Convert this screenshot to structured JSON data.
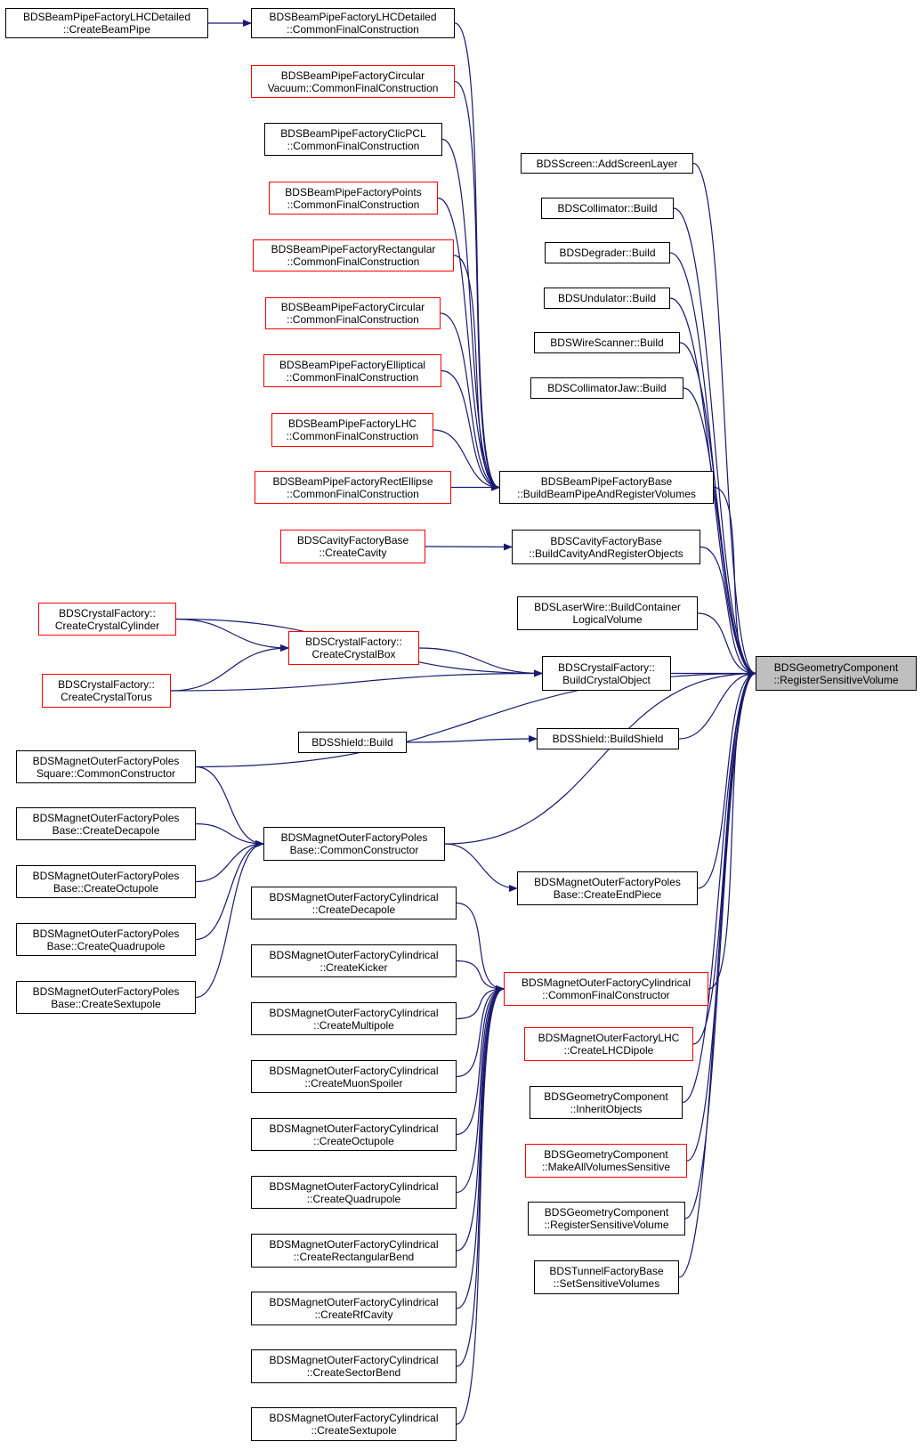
{
  "colors": {
    "edge": "#191970",
    "node_border": "#000000",
    "node_border_truncated": "#ff0000",
    "focus_fill": "#bfbfbf"
  },
  "nodes": [
    {
      "id": "n_focus",
      "lines": [
        "BDSGeometryComponent",
        "::RegisterSensitiveVolume"
      ],
      "style": "focus"
    },
    {
      "id": "n_lhcdet_beampipe",
      "lines": [
        "BDSBeamPipeFactoryLHCDetailed",
        "::CreateBeamPipe"
      ],
      "style": "black"
    },
    {
      "id": "n_lhcdet_cfc",
      "lines": [
        "BDSBeamPipeFactoryLHCDetailed",
        "::CommonFinalConstruction"
      ],
      "style": "black"
    },
    {
      "id": "n_circvac_cfc",
      "lines": [
        "BDSBeamPipeFactoryCircular",
        "Vacuum::CommonFinalConstruction"
      ],
      "style": "red"
    },
    {
      "id": "n_clicpcl_cfc",
      "lines": [
        "BDSBeamPipeFactoryClicPCL",
        "::CommonFinalConstruction"
      ],
      "style": "black"
    },
    {
      "id": "n_points_cfc",
      "lines": [
        "BDSBeamPipeFactoryPoints",
        "::CommonFinalConstruction"
      ],
      "style": "red"
    },
    {
      "id": "n_rect_cfc",
      "lines": [
        "BDSBeamPipeFactoryRectangular",
        "::CommonFinalConstruction"
      ],
      "style": "red"
    },
    {
      "id": "n_circ_cfc",
      "lines": [
        "BDSBeamPipeFactoryCircular",
        "::CommonFinalConstruction"
      ],
      "style": "red"
    },
    {
      "id": "n_ellip_cfc",
      "lines": [
        "BDSBeamPipeFactoryElliptical",
        "::CommonFinalConstruction"
      ],
      "style": "red"
    },
    {
      "id": "n_lhc_cfc",
      "lines": [
        "BDSBeamPipeFactoryLHC",
        "::CommonFinalConstruction"
      ],
      "style": "red"
    },
    {
      "id": "n_rectell_cfc",
      "lines": [
        "BDSBeamPipeFactoryRectEllipse",
        "::CommonFinalConstruction"
      ],
      "style": "red"
    },
    {
      "id": "n_bpf_build",
      "lines": [
        "BDSBeamPipeFactoryBase",
        "::BuildBeamPipeAndRegisterVolumes"
      ],
      "style": "black"
    },
    {
      "id": "n_screen",
      "lines": [
        "BDSScreen::AddScreenLayer"
      ],
      "style": "black"
    },
    {
      "id": "n_collimator",
      "lines": [
        "BDSCollimator::Build"
      ],
      "style": "black"
    },
    {
      "id": "n_degrader",
      "lines": [
        "BDSDegrader::Build"
      ],
      "style": "black"
    },
    {
      "id": "n_undulator",
      "lines": [
        "BDSUndulator::Build"
      ],
      "style": "black"
    },
    {
      "id": "n_wirescanner",
      "lines": [
        "BDSWireScanner::Build"
      ],
      "style": "black"
    },
    {
      "id": "n_collimatorjaw",
      "lines": [
        "BDSCollimatorJaw::Build"
      ],
      "style": "black"
    },
    {
      "id": "n_cav_create",
      "lines": [
        "BDSCavityFactoryBase",
        "::CreateCavity"
      ],
      "style": "red"
    },
    {
      "id": "n_cav_build",
      "lines": [
        "BDSCavityFactoryBase",
        "::BuildCavityAndRegisterObjects"
      ],
      "style": "black"
    },
    {
      "id": "n_laserwire",
      "lines": [
        "BDSLaserWire::BuildContainer",
        "LogicalVolume"
      ],
      "style": "black"
    },
    {
      "id": "n_crys_cyl",
      "lines": [
        "BDSCrystalFactory::",
        "CreateCrystalCylinder"
      ],
      "style": "red"
    },
    {
      "id": "n_crys_box",
      "lines": [
        "BDSCrystalFactory::",
        "CreateCrystalBox"
      ],
      "style": "red"
    },
    {
      "id": "n_crys_torus",
      "lines": [
        "BDSCrystalFactory::",
        "CreateCrystalTorus"
      ],
      "style": "red"
    },
    {
      "id": "n_crys_build",
      "lines": [
        "BDSCrystalFactory::",
        "BuildCrystalObject"
      ],
      "style": "black"
    },
    {
      "id": "n_shield",
      "lines": [
        "BDSShield::Build"
      ],
      "style": "black"
    },
    {
      "id": "n_shield_build",
      "lines": [
        "BDSShield::BuildShield"
      ],
      "style": "black"
    },
    {
      "id": "n_psq_cc",
      "lines": [
        "BDSMagnetOuterFactoryPoles",
        "Square::CommonConstructor"
      ],
      "style": "black"
    },
    {
      "id": "n_pb_deca",
      "lines": [
        "BDSMagnetOuterFactoryPoles",
        "Base::CreateDecapole"
      ],
      "style": "black"
    },
    {
      "id": "n_pb_cc",
      "lines": [
        "BDSMagnetOuterFactoryPoles",
        "Base::CommonConstructor"
      ],
      "style": "black"
    },
    {
      "id": "n_pb_octu",
      "lines": [
        "BDSMagnetOuterFactoryPoles",
        "Base::CreateOctupole"
      ],
      "style": "black"
    },
    {
      "id": "n_pb_endpiece",
      "lines": [
        "BDSMagnetOuterFactoryPoles",
        "Base::CreateEndPiece"
      ],
      "style": "black"
    },
    {
      "id": "n_pb_quad",
      "lines": [
        "BDSMagnetOuterFactoryPoles",
        "Base::CreateQuadrupole"
      ],
      "style": "black"
    },
    {
      "id": "n_pb_sext",
      "lines": [
        "BDSMagnetOuterFactoryPoles",
        "Base::CreateSextupole"
      ],
      "style": "black"
    },
    {
      "id": "n_cyl_deca",
      "lines": [
        "BDSMagnetOuterFactoryCylindrical",
        "::CreateDecapole"
      ],
      "style": "black"
    },
    {
      "id": "n_cyl_kick",
      "lines": [
        "BDSMagnetOuterFactoryCylindrical",
        "::CreateKicker"
      ],
      "style": "black"
    },
    {
      "id": "n_cyl_cfc",
      "lines": [
        "BDSMagnetOuterFactoryCylindrical",
        "::CommonFinalConstructor"
      ],
      "style": "red"
    },
    {
      "id": "n_cyl_multi",
      "lines": [
        "BDSMagnetOuterFactoryCylindrical",
        "::CreateMultipole"
      ],
      "style": "black"
    },
    {
      "id": "n_lhc_dipole",
      "lines": [
        "BDSMagnetOuterFactoryLHC",
        "::CreateLHCDipole"
      ],
      "style": "red"
    },
    {
      "id": "n_cyl_muon",
      "lines": [
        "BDSMagnetOuterFactoryCylindrical",
        "::CreateMuonSpoiler"
      ],
      "style": "black"
    },
    {
      "id": "n_gc_inherit",
      "lines": [
        "BDSGeometryComponent",
        "::InheritObjects"
      ],
      "style": "black"
    },
    {
      "id": "n_cyl_octu",
      "lines": [
        "BDSMagnetOuterFactoryCylindrical",
        "::CreateOctupole"
      ],
      "style": "black"
    },
    {
      "id": "n_gc_makeall",
      "lines": [
        "BDSGeometryComponent",
        "::MakeAllVolumesSensitive"
      ],
      "style": "red"
    },
    {
      "id": "n_cyl_quad",
      "lines": [
        "BDSMagnetOuterFactoryCylindrical",
        "::CreateQuadrupole"
      ],
      "style": "black"
    },
    {
      "id": "n_gc_rsv2",
      "lines": [
        "BDSGeometryComponent",
        "::RegisterSensitiveVolume"
      ],
      "style": "black"
    },
    {
      "id": "n_cyl_rbend",
      "lines": [
        "BDSMagnetOuterFactoryCylindrical",
        "::CreateRectangularBend"
      ],
      "style": "black"
    },
    {
      "id": "n_tunnel",
      "lines": [
        "BDSTunnelFactoryBase",
        "::SetSensitiveVolumes"
      ],
      "style": "black"
    },
    {
      "id": "n_cyl_rf",
      "lines": [
        "BDSMagnetOuterFactoryCylindrical",
        "::CreateRfCavity"
      ],
      "style": "black"
    },
    {
      "id": "n_cyl_sbend",
      "lines": [
        "BDSMagnetOuterFactoryCylindrical",
        "::CreateSectorBend"
      ],
      "style": "black"
    },
    {
      "id": "n_cyl_sext",
      "lines": [
        "BDSMagnetOuterFactoryCylindrical",
        "::CreateSextupole"
      ],
      "style": "black"
    }
  ],
  "edges": [
    [
      "n_lhcdet_beampipe",
      "n_lhcdet_cfc"
    ],
    [
      "n_lhcdet_cfc",
      "n_bpf_build"
    ],
    [
      "n_circvac_cfc",
      "n_bpf_build"
    ],
    [
      "n_clicpcl_cfc",
      "n_bpf_build"
    ],
    [
      "n_points_cfc",
      "n_bpf_build"
    ],
    [
      "n_rect_cfc",
      "n_bpf_build"
    ],
    [
      "n_circ_cfc",
      "n_bpf_build"
    ],
    [
      "n_ellip_cfc",
      "n_bpf_build"
    ],
    [
      "n_lhc_cfc",
      "n_bpf_build"
    ],
    [
      "n_rectell_cfc",
      "n_bpf_build"
    ],
    [
      "n_bpf_build",
      "n_focus"
    ],
    [
      "n_screen",
      "n_focus"
    ],
    [
      "n_collimator",
      "n_focus"
    ],
    [
      "n_degrader",
      "n_focus"
    ],
    [
      "n_undulator",
      "n_focus"
    ],
    [
      "n_wirescanner",
      "n_focus"
    ],
    [
      "n_collimatorjaw",
      "n_focus"
    ],
    [
      "n_cav_create",
      "n_cav_build"
    ],
    [
      "n_cav_build",
      "n_focus"
    ],
    [
      "n_laserwire",
      "n_focus"
    ],
    [
      "n_crys_cyl",
      "n_crys_box"
    ],
    [
      "n_crys_cyl",
      "n_crys_build"
    ],
    [
      "n_crys_torus",
      "n_crys_box"
    ],
    [
      "n_crys_torus",
      "n_crys_build"
    ],
    [
      "n_crys_box",
      "n_crys_build"
    ],
    [
      "n_crys_build",
      "n_focus"
    ],
    [
      "n_shield",
      "n_shield_build"
    ],
    [
      "n_shield_build",
      "n_focus"
    ],
    [
      "n_psq_cc",
      "n_focus"
    ],
    [
      "n_psq_cc",
      "n_pb_cc"
    ],
    [
      "n_pb_deca",
      "n_pb_cc"
    ],
    [
      "n_pb_octu",
      "n_pb_cc"
    ],
    [
      "n_pb_quad",
      "n_pb_cc"
    ],
    [
      "n_pb_sext",
      "n_pb_cc"
    ],
    [
      "n_pb_cc",
      "n_focus"
    ],
    [
      "n_pb_cc",
      "n_pb_endpiece"
    ],
    [
      "n_pb_endpiece",
      "n_focus"
    ],
    [
      "n_cyl_deca",
      "n_cyl_cfc"
    ],
    [
      "n_cyl_kick",
      "n_cyl_cfc"
    ],
    [
      "n_cyl_multi",
      "n_cyl_cfc"
    ],
    [
      "n_cyl_muon",
      "n_cyl_cfc"
    ],
    [
      "n_cyl_octu",
      "n_cyl_cfc"
    ],
    [
      "n_cyl_quad",
      "n_cyl_cfc"
    ],
    [
      "n_cyl_rbend",
      "n_cyl_cfc"
    ],
    [
      "n_cyl_rf",
      "n_cyl_cfc"
    ],
    [
      "n_cyl_sbend",
      "n_cyl_cfc"
    ],
    [
      "n_cyl_sext",
      "n_cyl_cfc"
    ],
    [
      "n_cyl_cfc",
      "n_focus"
    ],
    [
      "n_lhc_dipole",
      "n_focus"
    ],
    [
      "n_gc_inherit",
      "n_focus"
    ],
    [
      "n_gc_makeall",
      "n_focus"
    ],
    [
      "n_gc_rsv2",
      "n_focus"
    ],
    [
      "n_tunnel",
      "n_focus"
    ]
  ]
}
